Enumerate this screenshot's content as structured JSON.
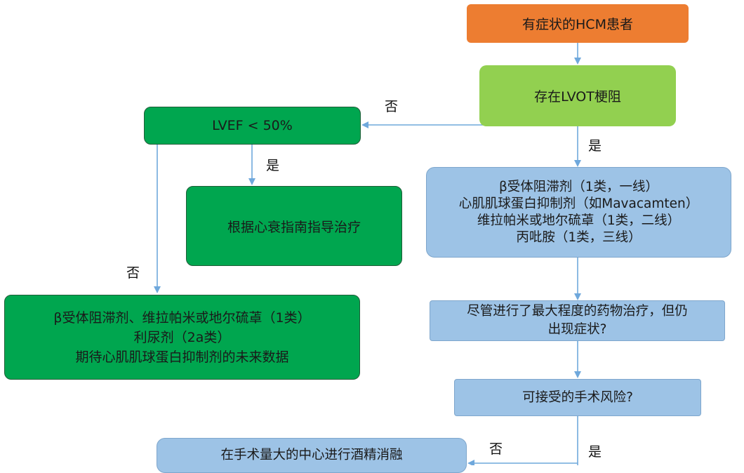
{
  "nodes": {
    "start": "有症状的HCM患者",
    "lvot": "存在LVOT梗阻",
    "lvef": "LVEF < 50%",
    "hf_guideline": "根据心衰指南指导治疗",
    "meds_lines": [
      "β受体阻滞剂（1类，一线）",
      "心肌肌球蛋白抑制剂（如Mavacamten）",
      "维拉帕米或地尔硫䓬（1类，二线）",
      "丙吡胺（1类，三线）"
    ],
    "nonobst_lines": [
      "β受体阻滞剂、维拉帕米或地尔硫䓬（1类）",
      "利尿剂（2a类）",
      "期待心肌肌球蛋白抑制剂的未来数据"
    ],
    "still_symptoms_lines": [
      "尽管进行了最大程度的药物治疗，但仍",
      "出现症状?"
    ],
    "surgical_risk": "可接受的手术风险?",
    "alcohol_ablation": "在手术量大的中心进行酒精消融"
  },
  "labels": {
    "no_lvot": "否",
    "yes_lvot": "是",
    "yes_lvef": "是",
    "no_lvef": "否",
    "no_surgery": "否",
    "yes_surgery": "是"
  },
  "colors": {
    "orange": "#ed7d31",
    "lime": "#92d050",
    "green": "#00a64f",
    "blue": "#9dc3e6",
    "arrow": "#6fa8dc"
  }
}
